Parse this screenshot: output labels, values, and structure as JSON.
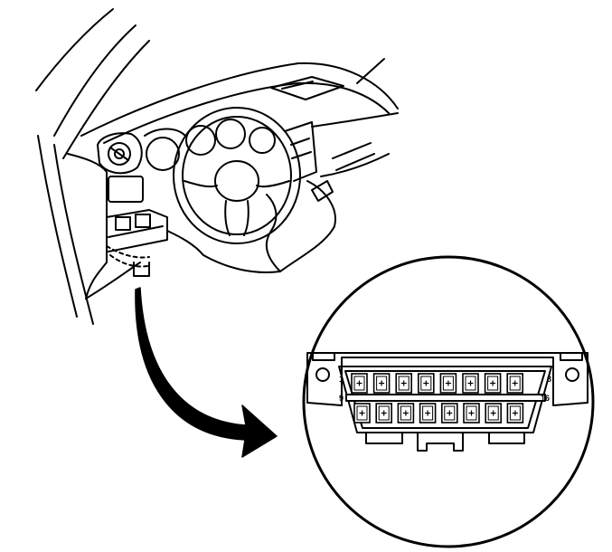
{
  "connector": {
    "pin_labels": {
      "top_left": "1",
      "top_right": "8",
      "bottom_left": "9",
      "bottom_right": "16"
    },
    "top_row_pin_count": 8,
    "bottom_row_pin_count": 8
  }
}
